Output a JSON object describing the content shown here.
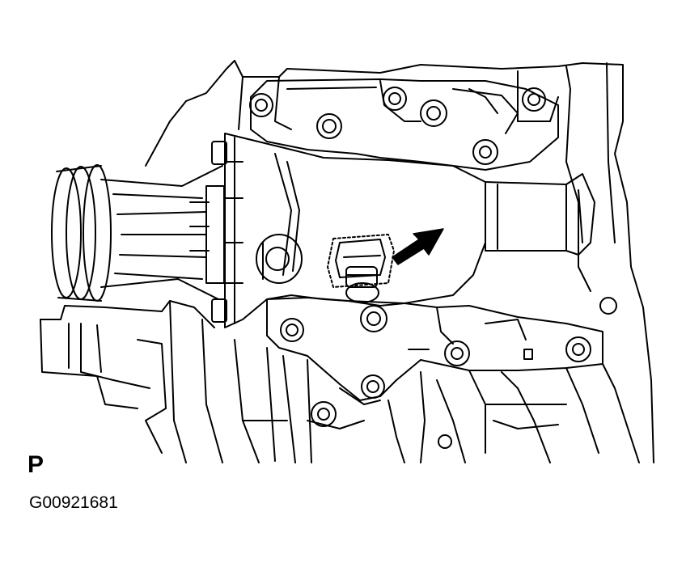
{
  "view_letter": "P",
  "figure_code": "G00921681",
  "colors": {
    "ink": "#000000",
    "paper": "#ffffff"
  },
  "diagram": {
    "subject": "transaxle-case-with-sensor-switch",
    "pointer": "arrow-to-switch"
  }
}
